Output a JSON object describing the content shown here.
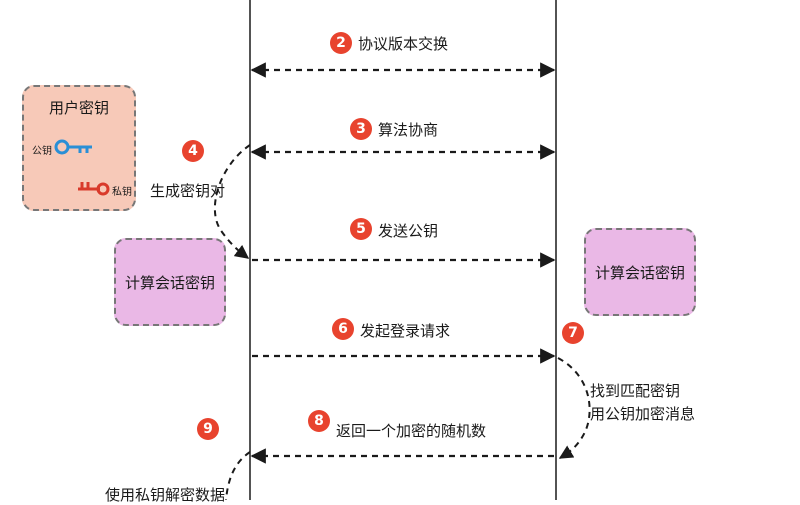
{
  "steps": [
    {
      "num": "2",
      "label": "协议版本交换"
    },
    {
      "num": "3",
      "label": "算法协商"
    },
    {
      "num": "4",
      "label": "生成密钥对"
    },
    {
      "num": "5",
      "label": "发送公钥"
    },
    {
      "num": "6",
      "label": "发起登录请求"
    },
    {
      "num": "7",
      "label_line1": "找到匹配密钥",
      "label_line2": "用公钥加密消息"
    },
    {
      "num": "8",
      "label": "返回一个加密的随机数"
    },
    {
      "num": "9",
      "label": "使用私钥解密数据"
    }
  ],
  "boxes": {
    "user_keys": {
      "title": "用户密钥",
      "public_key": "公钥",
      "private_key": "私钥"
    },
    "session_left": "计算会话密钥",
    "session_right": "计算会话密钥"
  },
  "colors": {
    "badge": "#e8432e",
    "session_box": "#eab8e6",
    "keys_box": "#f7c9b8",
    "public_key_icon": "#2a8fd6",
    "private_key_icon": "#d93a2b"
  }
}
